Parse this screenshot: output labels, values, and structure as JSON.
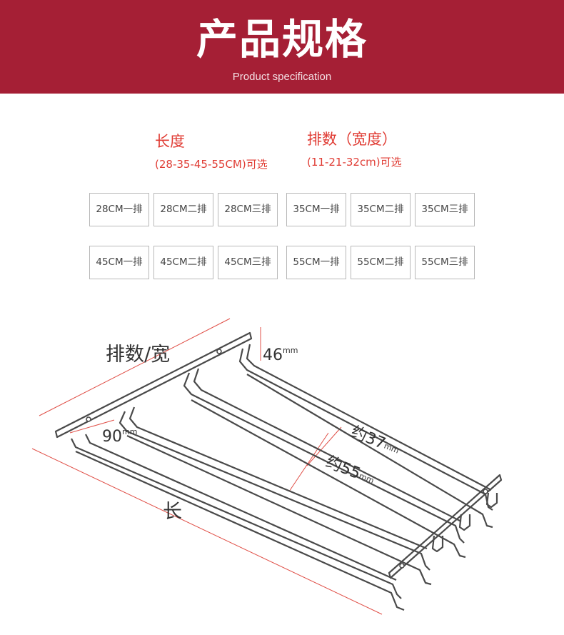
{
  "header": {
    "title": "产品规格",
    "subtitle": "Product specification"
  },
  "spec": {
    "length": {
      "title": "长度",
      "options": "(28-35-45-55CM)可选"
    },
    "rows": {
      "title": "排数（宽度）",
      "options": "(11-21-32cm)可选"
    }
  },
  "options": [
    {
      "label": "28CM一排"
    },
    {
      "label": "28CM二排"
    },
    {
      "label": "28CM三排"
    },
    {
      "label": "35CM一排"
    },
    {
      "label": "35CM二排"
    },
    {
      "label": "35CM三排"
    },
    {
      "label": "45CM一排"
    },
    {
      "label": "45CM二排"
    },
    {
      "label": "45CM三排"
    },
    {
      "label": "55CM一排"
    },
    {
      "label": "55CM二排"
    },
    {
      "label": "55CM三排"
    }
  ],
  "diagram": {
    "width_label": "排数/宽",
    "length_label": "长",
    "height": {
      "value": "46",
      "unit": "mm"
    },
    "depth": {
      "value": "90",
      "unit": "mm"
    },
    "inner": {
      "value": "约37",
      "unit": "mm"
    },
    "outer": {
      "value": "约55",
      "unit": "mm"
    }
  },
  "colors": {
    "brand": "#a51f35",
    "accent_text": "#e03c34",
    "border": "#b8b8b8"
  }
}
